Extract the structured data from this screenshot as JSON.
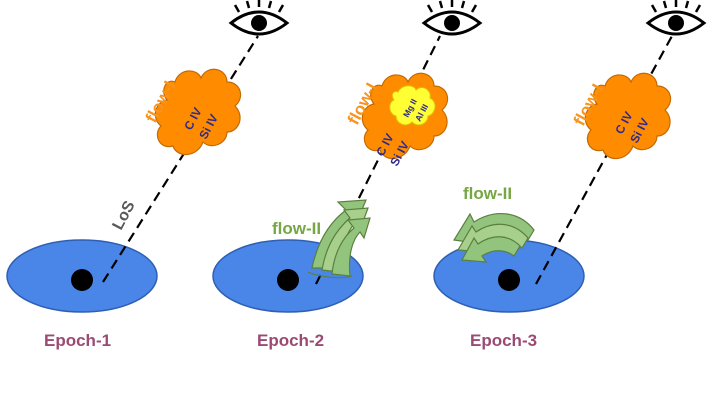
{
  "epochs": [
    {
      "label": "Epoch-1",
      "flow1": "flow-I",
      "ions": [
        "C IV",
        "Si IV"
      ],
      "los": "LoS"
    },
    {
      "label": "Epoch-2",
      "flow1": "flow-I",
      "ions": [
        "C IV",
        "Si IV"
      ],
      "inner_ions": [
        "Mg II",
        "Al III"
      ],
      "flow2": "flow-II"
    },
    {
      "label": "Epoch-3",
      "flow1": "flow-I",
      "ions": [
        "C IV",
        "Si IV"
      ],
      "flow2": "flow-II"
    }
  ],
  "colors": {
    "disk": "#4a86e8",
    "cloud": "#ff8c00",
    "inner_cloud": "#ffff33",
    "flow_ii_arrow": "#93c47d",
    "epoch_text": "#9b4a74",
    "flow_i_text": "#f7931e",
    "flow_ii_text": "#77a644"
  },
  "icons": [
    "eye-icon",
    "cloud-icon",
    "curved-arrow-icon"
  ]
}
